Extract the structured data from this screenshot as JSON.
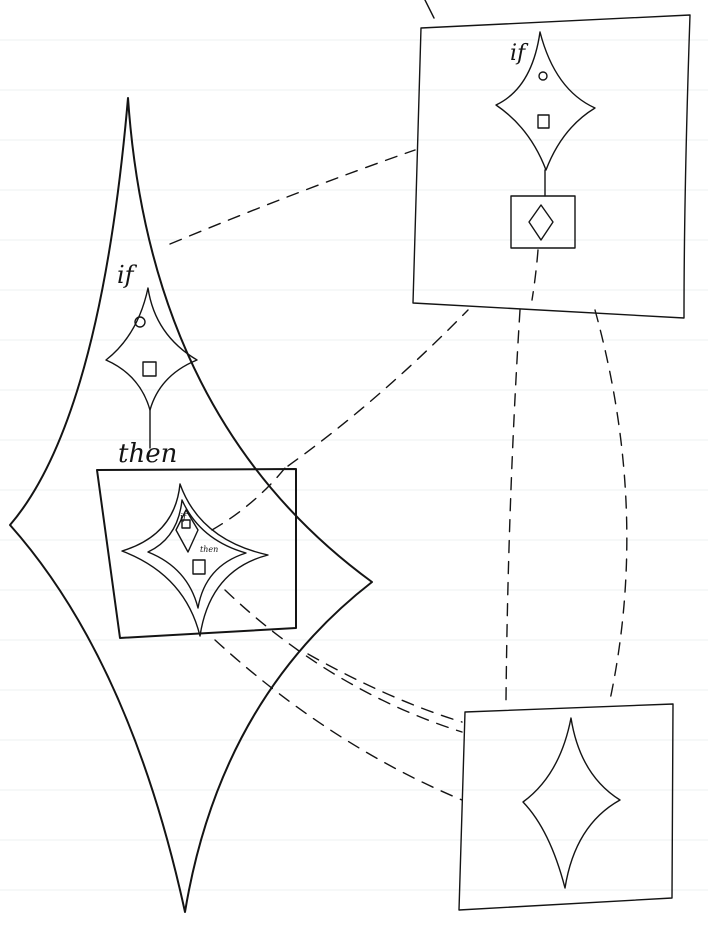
{
  "colors": {
    "ink": "#141414",
    "rule": "#eef0f2",
    "paper": "#ffffff"
  },
  "labels": {
    "main_if": "if",
    "main_then": "then",
    "nested_if": "if",
    "nested_then": "then",
    "top_if": "if"
  }
}
